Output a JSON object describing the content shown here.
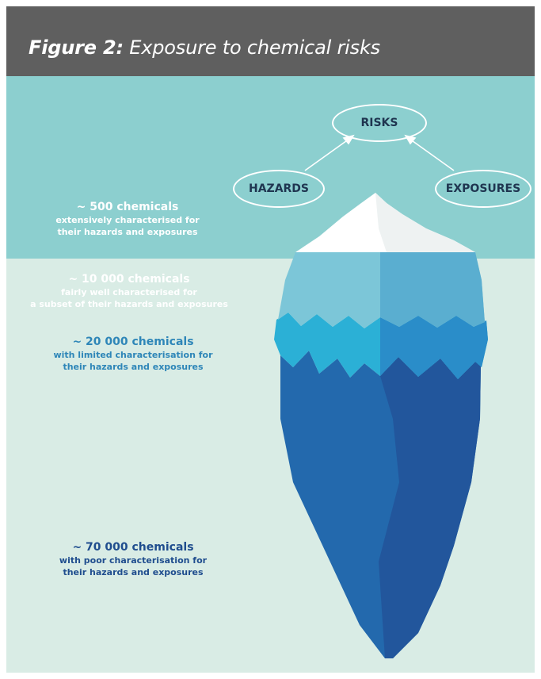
{
  "figure": {
    "label": "Figure 2:",
    "title": "Exposure to chemical risks"
  },
  "risk_model": {
    "top": "RISKS",
    "left": "HAZARDS",
    "right": "EXPOSURES"
  },
  "tiers": [
    {
      "count": "~ 500 chemicals",
      "line1": "extensively characterised for",
      "line2": "their hazards and exposures"
    },
    {
      "count": "~ 10 000 chemicals",
      "line1": "fairly well characterised for",
      "line2": "a subset of their hazards and exposures"
    },
    {
      "count": "~ 20 000 chemicals",
      "line1": "with limited characterisation for",
      "line2": "their hazards and exposures"
    },
    {
      "count": "~ 70 000 chemicals",
      "line1": "with poor characterisation for",
      "line2": "their hazards and exposures"
    }
  ],
  "colors": {
    "header": "#5f5f5f",
    "sky": "#8ccfcf",
    "sea": "#d9ece5",
    "tip": "#ffffff",
    "layer_light": "#7cc4d6",
    "layer_mid": "#2aa9d2",
    "layer_deep": "#2366a8"
  }
}
